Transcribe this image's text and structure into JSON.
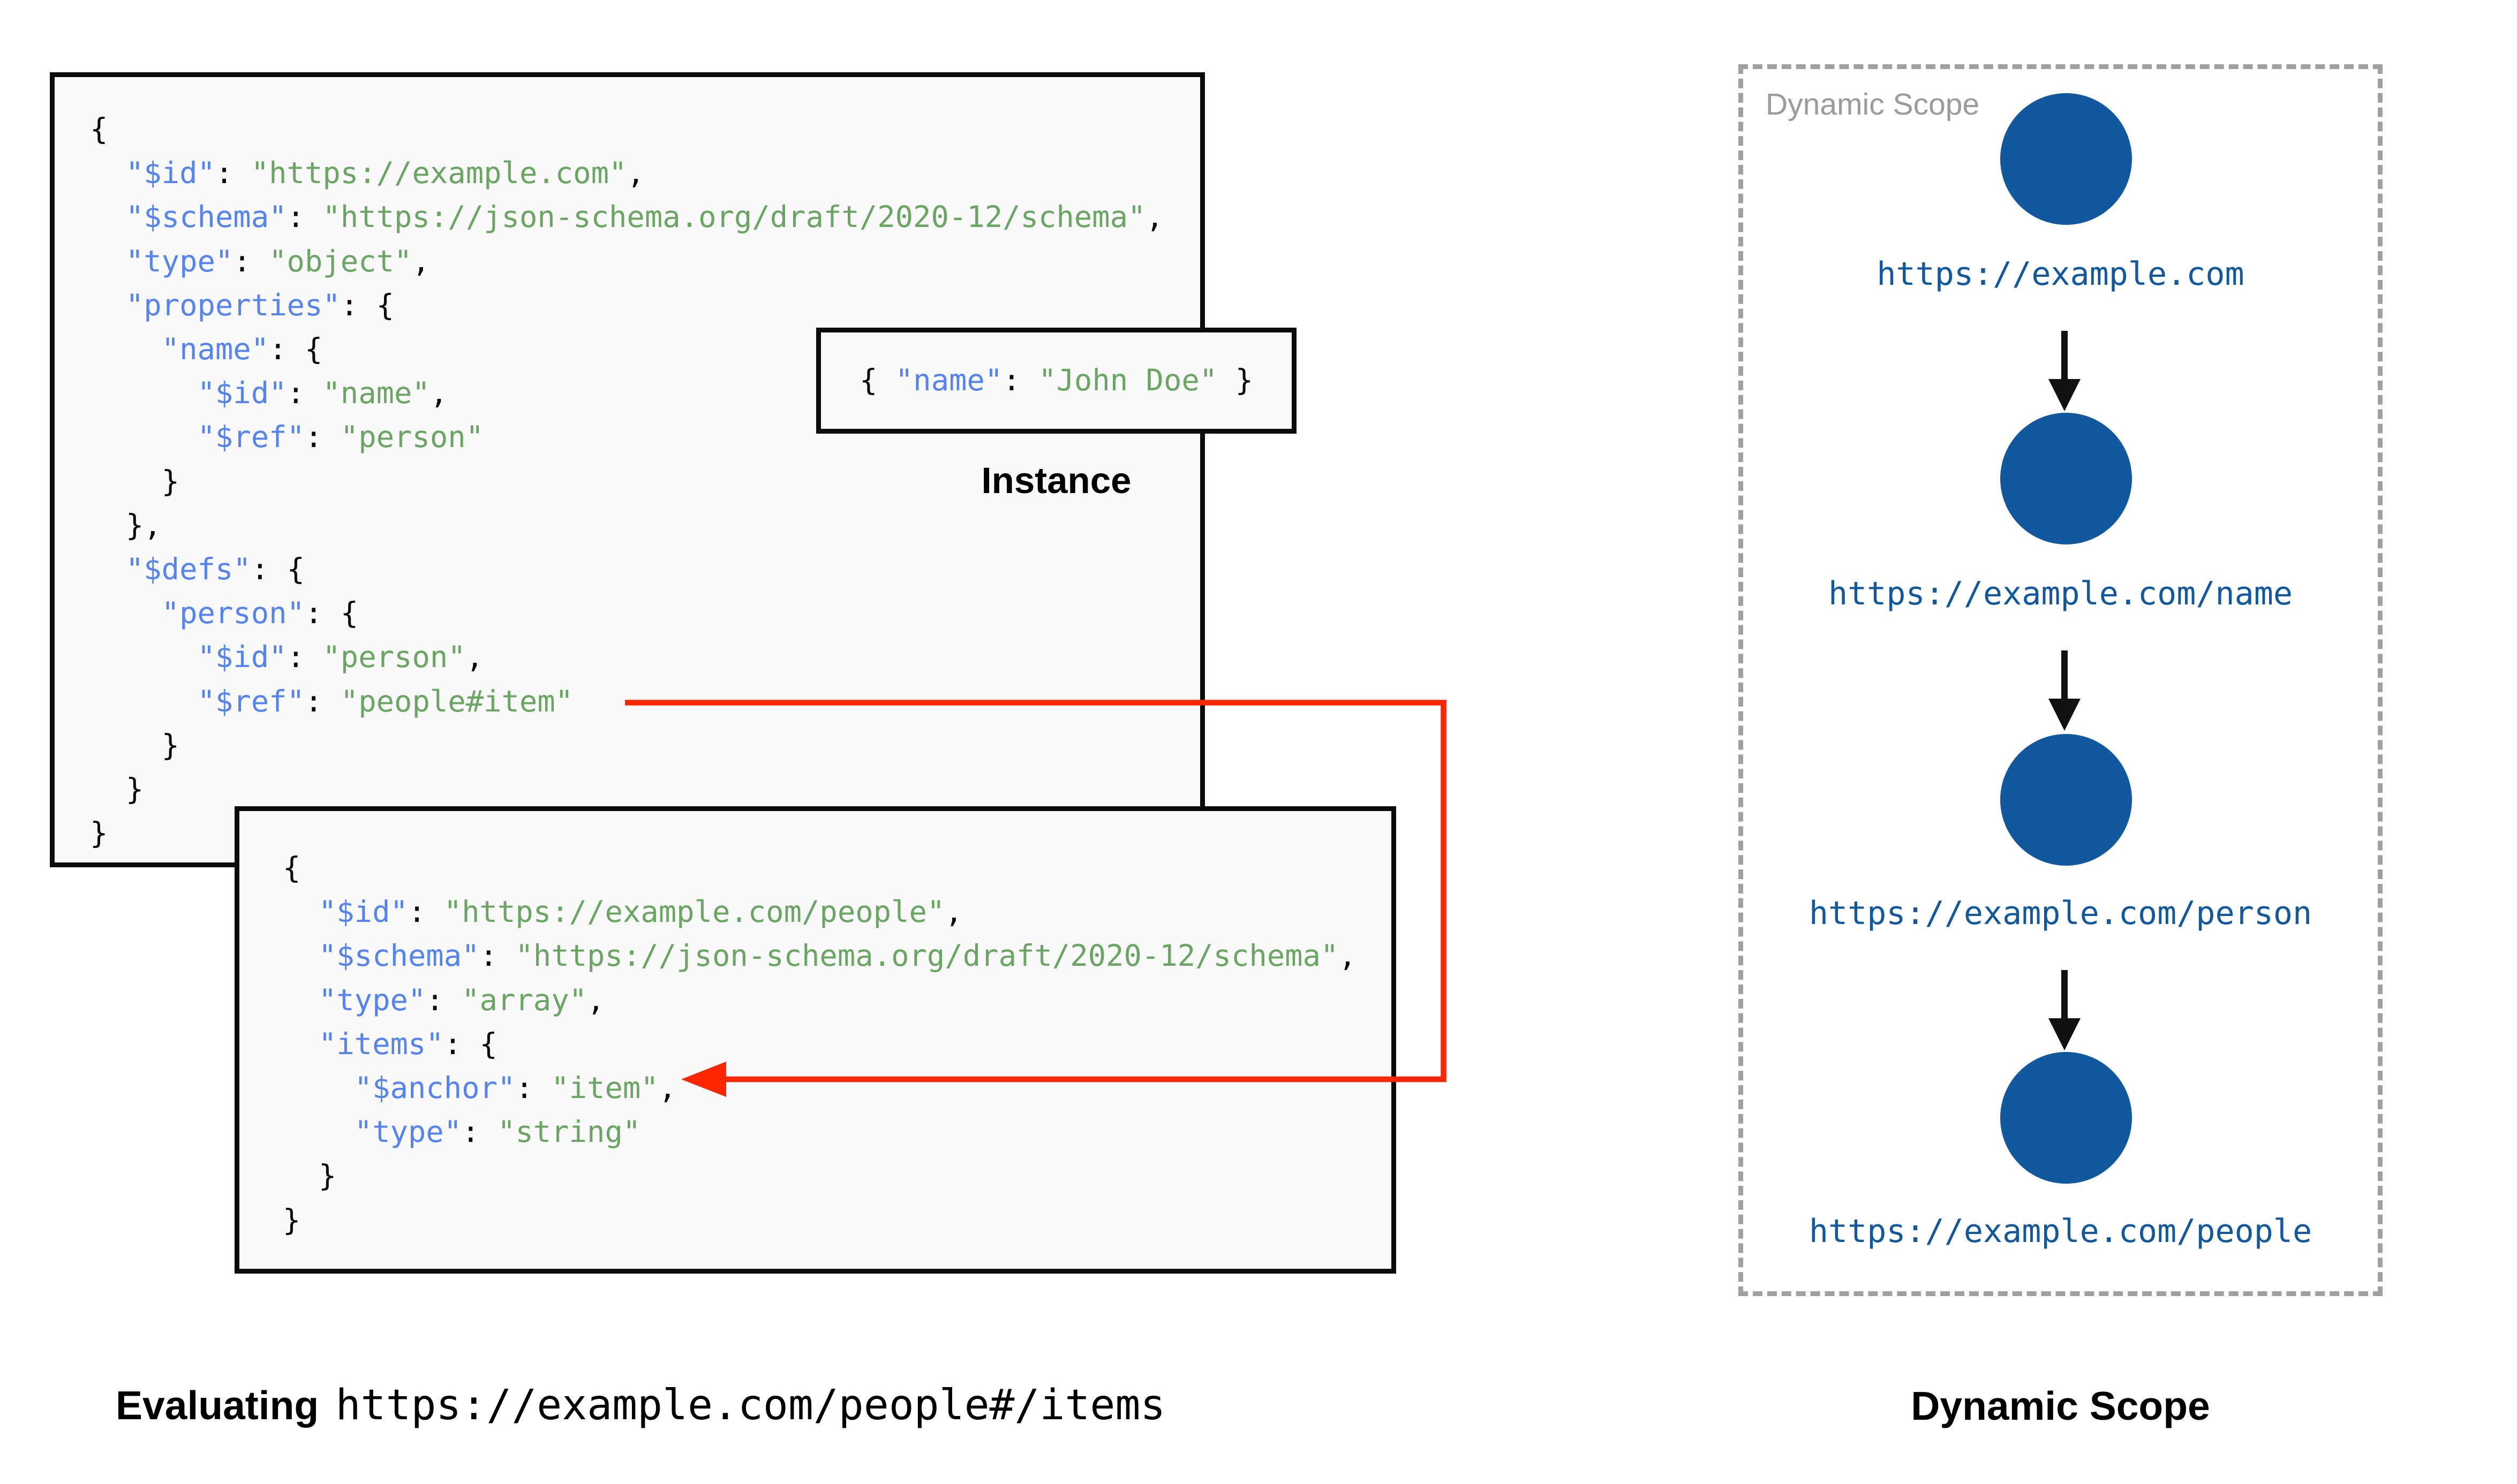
{
  "colors": {
    "key": "#5583ef",
    "string": "#6aa564",
    "punct": "#0b0b0b",
    "box_bg": "#f9f9f9",
    "box_border": "#0b0b0b",
    "connector_red": "#fc2600",
    "node_fill": "#11589f",
    "node_label": "#11589f",
    "panel_border": "#a0a0a0",
    "panel_title": "#9b9b9b",
    "arrow_black": "#111111",
    "caption": "#000000"
  },
  "root_schema": {
    "lines": [
      [
        [
          "p",
          "{"
        ]
      ],
      [
        [
          "p",
          "  "
        ],
        [
          "key",
          "\"$id\""
        ],
        [
          "p",
          ": "
        ],
        [
          "str",
          "\"https://example.com\""
        ],
        [
          "p",
          ","
        ]
      ],
      [
        [
          "p",
          "  "
        ],
        [
          "key",
          "\"$schema\""
        ],
        [
          "p",
          ": "
        ],
        [
          "str",
          "\"https://json-schema.org/draft/2020-12/schema\""
        ],
        [
          "p",
          ","
        ]
      ],
      [
        [
          "p",
          "  "
        ],
        [
          "key",
          "\"type\""
        ],
        [
          "p",
          ": "
        ],
        [
          "str",
          "\"object\""
        ],
        [
          "p",
          ","
        ]
      ],
      [
        [
          "p",
          "  "
        ],
        [
          "key",
          "\"properties\""
        ],
        [
          "p",
          ": {"
        ]
      ],
      [
        [
          "p",
          "    "
        ],
        [
          "key",
          "\"name\""
        ],
        [
          "p",
          ": {"
        ]
      ],
      [
        [
          "p",
          "      "
        ],
        [
          "key",
          "\"$id\""
        ],
        [
          "p",
          ": "
        ],
        [
          "str",
          "\"name\""
        ],
        [
          "p",
          ","
        ]
      ],
      [
        [
          "p",
          "      "
        ],
        [
          "key",
          "\"$ref\""
        ],
        [
          "p",
          ": "
        ],
        [
          "str",
          "\"person\""
        ]
      ],
      [
        [
          "p",
          "    }"
        ]
      ],
      [
        [
          "p",
          "  },"
        ]
      ],
      [
        [
          "p",
          "  "
        ],
        [
          "key",
          "\"$defs\""
        ],
        [
          "p",
          ": {"
        ]
      ],
      [
        [
          "p",
          "    "
        ],
        [
          "key",
          "\"person\""
        ],
        [
          "p",
          ": {"
        ]
      ],
      [
        [
          "p",
          "      "
        ],
        [
          "key",
          "\"$id\""
        ],
        [
          "p",
          ": "
        ],
        [
          "str",
          "\"person\""
        ],
        [
          "p",
          ","
        ]
      ],
      [
        [
          "p",
          "      "
        ],
        [
          "key",
          "\"$ref\""
        ],
        [
          "p",
          ": "
        ],
        [
          "str",
          "\"people#item\""
        ]
      ],
      [
        [
          "p",
          "    }"
        ]
      ],
      [
        [
          "p",
          "  }"
        ]
      ],
      [
        [
          "p",
          "}"
        ]
      ]
    ]
  },
  "people_schema": {
    "lines": [
      [
        [
          "p",
          "{"
        ]
      ],
      [
        [
          "p",
          "  "
        ],
        [
          "key",
          "\"$id\""
        ],
        [
          "p",
          ": "
        ],
        [
          "str",
          "\"https://example.com/people\""
        ],
        [
          "p",
          ","
        ]
      ],
      [
        [
          "p",
          "  "
        ],
        [
          "key",
          "\"$schema\""
        ],
        [
          "p",
          ": "
        ],
        [
          "str",
          "\"https://json-schema.org/draft/2020-12/schema\""
        ],
        [
          "p",
          ","
        ]
      ],
      [
        [
          "p",
          "  "
        ],
        [
          "key",
          "\"type\""
        ],
        [
          "p",
          ": "
        ],
        [
          "str",
          "\"array\""
        ],
        [
          "p",
          ","
        ]
      ],
      [
        [
          "p",
          "  "
        ],
        [
          "key",
          "\"items\""
        ],
        [
          "p",
          ": {"
        ]
      ],
      [
        [
          "p",
          "    "
        ],
        [
          "key",
          "\"$anchor\""
        ],
        [
          "p",
          ": "
        ],
        [
          "str",
          "\"item\""
        ],
        [
          "p",
          ","
        ]
      ],
      [
        [
          "p",
          "    "
        ],
        [
          "key",
          "\"type\""
        ],
        [
          "p",
          ": "
        ],
        [
          "str",
          "\"string\""
        ]
      ],
      [
        [
          "p",
          "  }"
        ]
      ],
      [
        [
          "p",
          "}"
        ]
      ]
    ]
  },
  "instance": {
    "lines": [
      [
        [
          "p",
          "{ "
        ],
        [
          "key",
          "\"name\""
        ],
        [
          "p",
          ": "
        ],
        [
          "str",
          "\"John Doe\""
        ],
        [
          "p",
          " }"
        ]
      ]
    ],
    "label": "Instance"
  },
  "dynamic_scope_panel": {
    "title": "Dynamic Scope",
    "nodes": [
      {
        "label": "https://example.com"
      },
      {
        "label": "https://example.com/name"
      },
      {
        "label": "https://example.com/person"
      },
      {
        "label": "https://example.com/people"
      }
    ]
  },
  "captions": {
    "evaluating_prefix": "Evaluating",
    "evaluating_uri": "https://example.com/people#/items",
    "dynamic_scope": "Dynamic Scope"
  }
}
